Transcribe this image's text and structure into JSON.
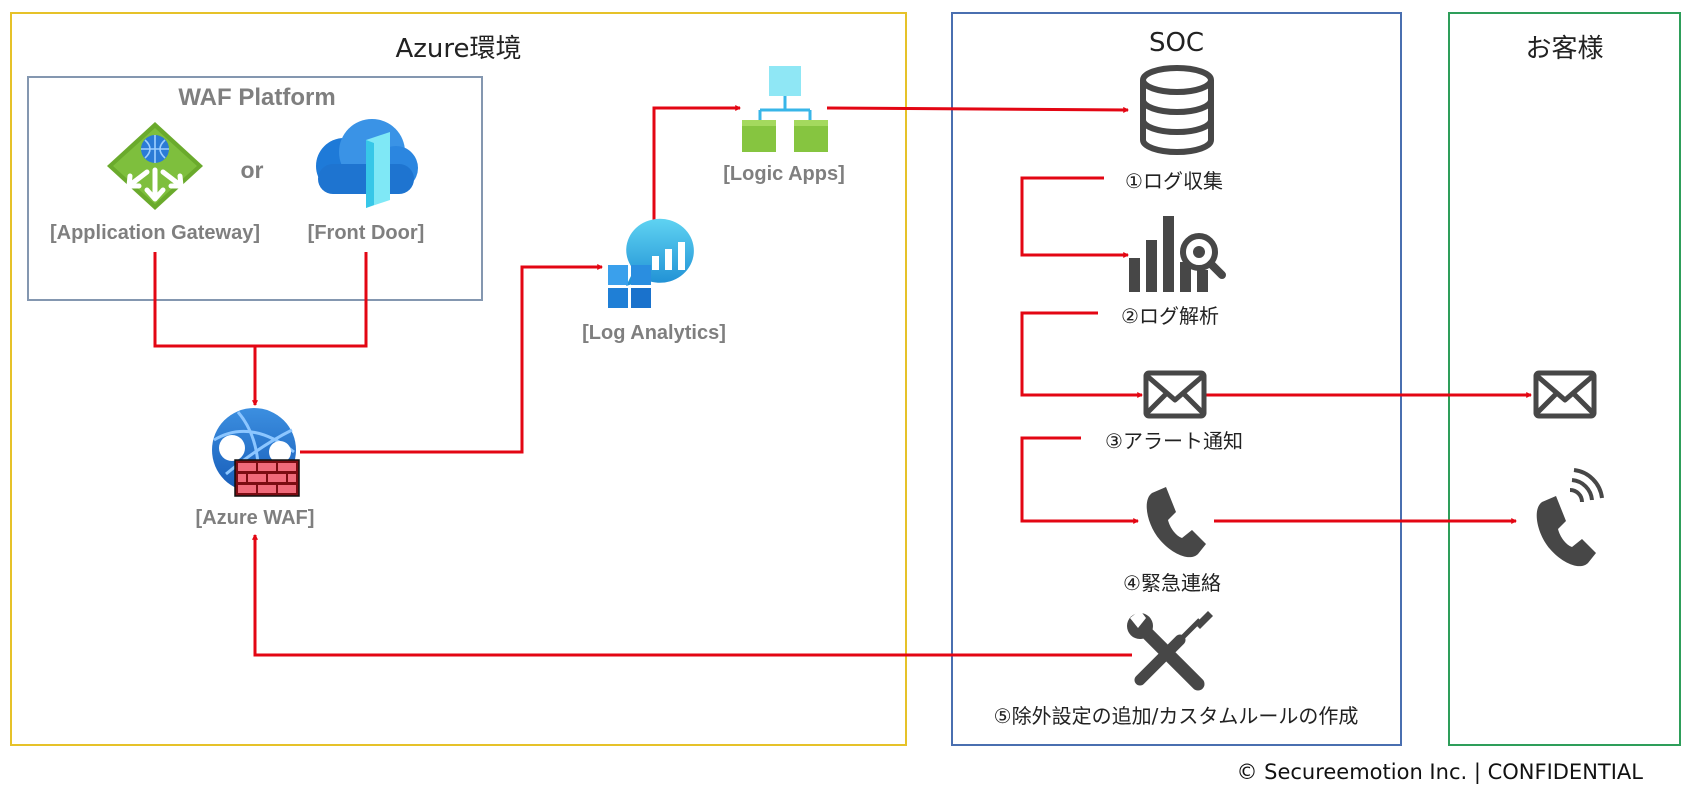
{
  "regions": {
    "azure": {
      "title": "Azure環境",
      "color": "#e6c229"
    },
    "soc": {
      "title": "SOC",
      "color": "#4a6fb0"
    },
    "customer": {
      "title": "お客様",
      "color": "#2e9e5a"
    },
    "platform": {
      "title": "WAF Platform",
      "color": "#8497b0"
    }
  },
  "platform": {
    "or_text": "or"
  },
  "services": {
    "app_gateway": "[Application Gateway]",
    "front_door": "[Front Door]",
    "azure_waf": "[Azure WAF]",
    "log_analytics": "[Log Analytics]",
    "logic_apps": "[Logic Apps]"
  },
  "steps": {
    "collect": "①ログ収集",
    "analyze": "②ログ解析",
    "alert": "③アラート通知",
    "emergency": "④緊急連絡",
    "exclusion": "⑤除外設定の追加/カスタムルールの作成"
  },
  "colors": {
    "arrow": "#e30613",
    "icon_dark": "#474747",
    "label_gray": "#7f7f7f"
  },
  "footer": "© Secureemotion Inc. |  CONFIDENTIAL"
}
